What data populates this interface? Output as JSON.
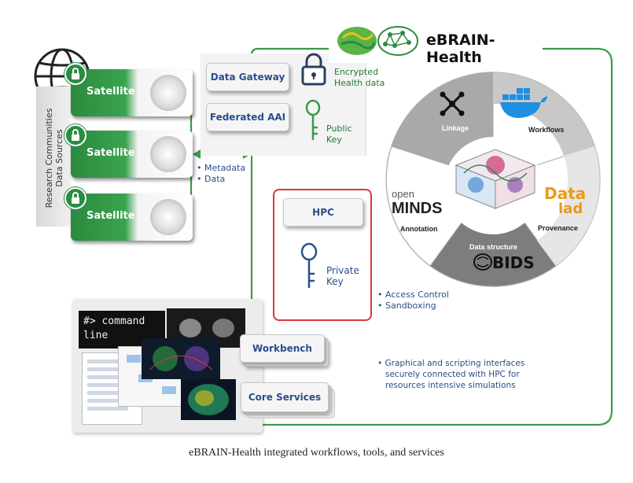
{
  "title": "eBRAIN-Health",
  "caption": "eBRAIN-Health integrated workflows, tools, and services",
  "sources_label": [
    "Research Communities",
    "Data Sources"
  ],
  "satellites": [
    {
      "label": "Satellite"
    },
    {
      "label": "Satellite"
    },
    {
      "label": "Satellite"
    }
  ],
  "gateway": {
    "data_gateway": "Data Gateway",
    "federated_aai": "Federated AAI"
  },
  "encrypted": [
    "Encrypted",
    "Health data"
  ],
  "public_key": [
    "Public",
    "Key"
  ],
  "metadata_bullets": [
    "Metadata",
    "Data"
  ],
  "hpc": {
    "label": "HPC",
    "private_key": [
      "Private",
      "Key"
    ]
  },
  "access_bullets": [
    "Access Control",
    "Sandboxing"
  ],
  "wheel": {
    "linkage": "Linkage",
    "workflows": "Workflows",
    "datalad": [
      "Data",
      "lad"
    ],
    "provenance": "Provenance",
    "data_structure": "Data structure",
    "bids": "BIDS",
    "annotation": "Annotation",
    "openminds": [
      "open",
      "MINDS"
    ]
  },
  "workbench_panel": {
    "command_line": [
      "#> command",
      "line"
    ],
    "workbench": "Workbench",
    "core_services": "Core Services"
  },
  "interfaces_note": [
    "Graphical and scripting interfaces",
    "securely connected with HPC for",
    "resources intensive simulations"
  ],
  "colors": {
    "green": "#2e8b45",
    "line_green": "#3a9a4a",
    "hpc_red": "#d9363e",
    "navy": "#2a4e8c"
  }
}
